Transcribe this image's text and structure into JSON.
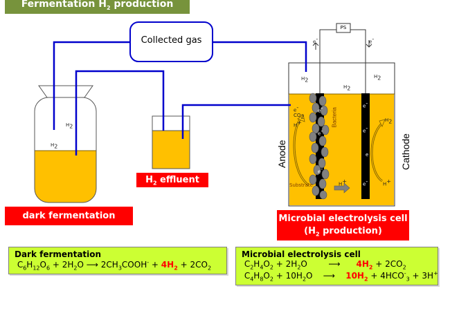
{
  "title": {
    "text": "Fermentation H",
    "sub": "2",
    "rest": " production"
  },
  "collected_gas": "Collected gas",
  "power_supply": "PS",
  "labels": {
    "h2": "H",
    "h2_sub": "2",
    "electron": "e",
    "electron_sup": "-",
    "anode": "Anode",
    "cathode": "Cathode",
    "bacteria": "Bacteria",
    "substrate": "Substrate",
    "co2": "CO",
    "h_plus": "H",
    "h_plus_sup": "+"
  },
  "red_labels": {
    "dark_fermentation": "dark fermentation",
    "h2_effluent_prefix": "H",
    "h2_effluent_sub": "2",
    "h2_effluent_rest": " effluent",
    "mec_line1": "Microbial electrolysis cell",
    "mec_line2_prefix": "(H",
    "mec_line2_sub": "2",
    "mec_line2_rest": " production)"
  },
  "equations": {
    "dark_fermentation": {
      "title": "Dark fermentation",
      "reactants": "C6H12O6 + 2H2O",
      "arrow": "⟶",
      "products": "2CH3COOH- + 4H2 + 2CO2",
      "highlight": "4H2"
    },
    "mec": {
      "title": "Microbial electrolysis cell",
      "rows": [
        {
          "reactants": "C2H4O2 + 2H2O",
          "arrow": "⟶",
          "highlight": "4H2",
          "rest": "+ 2CO2"
        },
        {
          "reactants": "C4H8O2 + 10H2O",
          "arrow": "⟶",
          "highlight": "10H2",
          "rest": "+ 4HCO-3 + 3H+"
        }
      ]
    }
  },
  "colors": {
    "liquid": "#ffc000",
    "pipe": "#0000cc",
    "label_red": "#ff0000",
    "banner_green": "#77933c",
    "equation_bg": "#ccff33"
  }
}
